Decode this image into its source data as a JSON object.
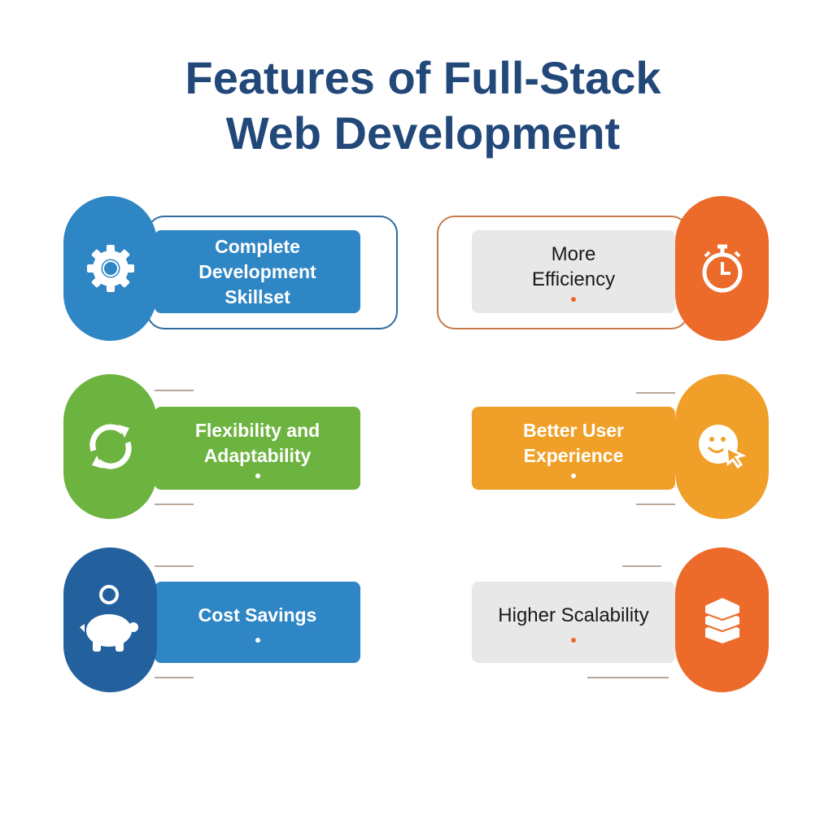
{
  "title": {
    "line1": "Features of Full-Stack",
    "line2": "Web Development"
  },
  "features": [
    {
      "label_lines": [
        "Complete",
        "Development",
        "Skillset"
      ],
      "icon": "gear-icon",
      "color": "#2f86c5"
    },
    {
      "label_lines": [
        "More",
        "Efficiency"
      ],
      "icon": "stopwatch-icon",
      "color": "#ec6a2a"
    },
    {
      "label_lines": [
        "Flexibility and",
        "Adaptability"
      ],
      "icon": "refresh-icon",
      "color": "#6db33f"
    },
    {
      "label_lines": [
        "Better User",
        "Experience"
      ],
      "icon": "smiley-cursor-icon",
      "color": "#f0a028"
    },
    {
      "label_lines": [
        "Cost Savings"
      ],
      "icon": "piggy-bank-icon",
      "color": "#23609e"
    },
    {
      "label_lines": [
        "Higher Scalability"
      ],
      "icon": "stacked-layers-icon",
      "color": "#ec6a2a"
    }
  ]
}
